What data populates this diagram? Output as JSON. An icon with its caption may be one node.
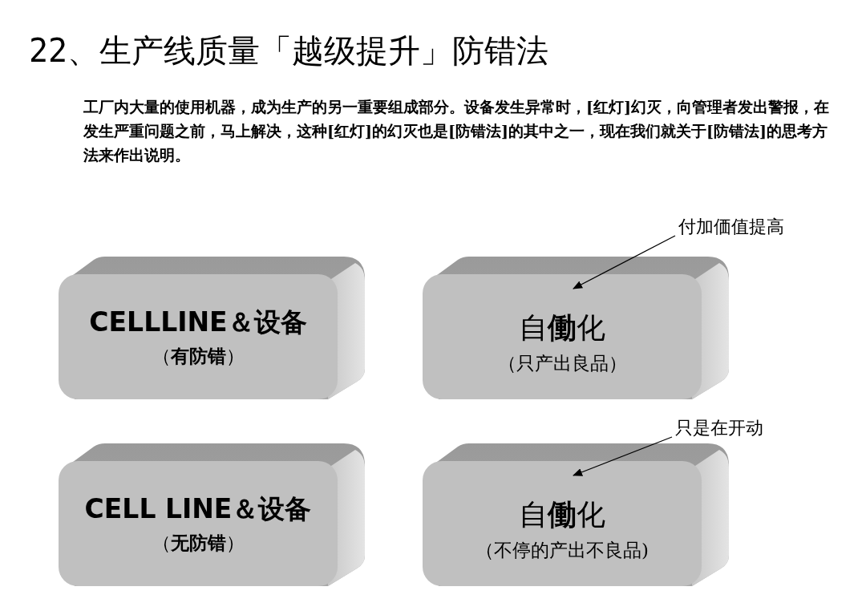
{
  "diagram": {
    "title": "22、生产线质量「越级提升」防错法",
    "nodes": [
      {
        "text": [
          "CELLLINE＆设备",
          "（**有防错**）"
        ]
      },
      {
        "text": [
          "自**働**化",
          "（只产出良品）"
        ]
      },
      {
        "text": [
          "付加価值提高"
        ]
      },
      {
        "text": [
          "CELL LINE＆设备",
          "（**无防错**）"
        ]
      },
      {
        "text": [
          "自**働**化",
          "（不停的产出不良品)"
        ]
      },
      {
        "text": [
          "只是在开动"
        ]
      }
    ],
    "edges": [
      {
        "from": 2,
        "to": 1,
        "arrow": "to"
      },
      {
        "from": 5,
        "to": 4,
        "arrow": "to"
      }
    ],
    "labels": [
      "工厂内大量的使用机器，成为生产的另一重要组成部分。设备发生异常时，[红灯]幻灭，向管理者发出警报，在发生严重问题之前，马上解决，这种[红灯]的幻灭也是[防错法]的其中之一，现在我们就关于[防错法]的思考方法来作出说明。"
    ]
  }
}
